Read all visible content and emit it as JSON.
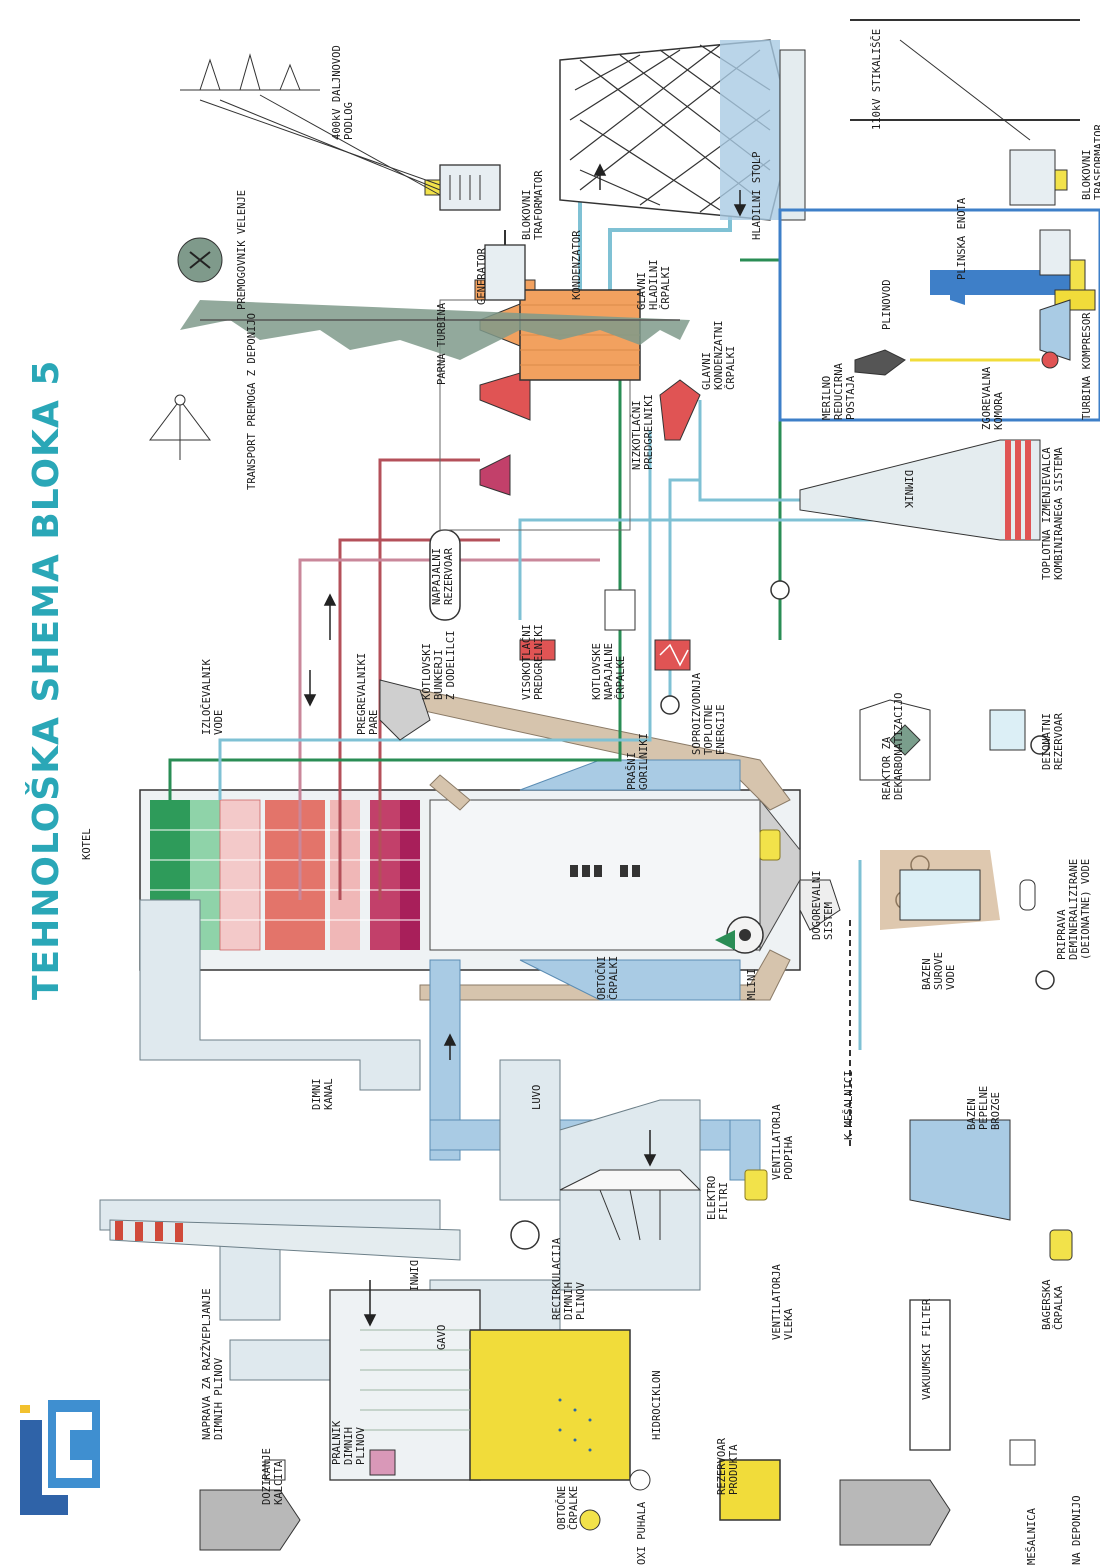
{
  "title": "TEHNOLOŠKA SHEMA BLOKA 5",
  "colors": {
    "title": "#2aa7b7",
    "flue_gas": "#dfe9ee",
    "air_duct": "#a9cbe4",
    "coal_dust": "#d6c4ad",
    "scrubber": "#f1dc3a",
    "pump_yellow": "#f2e24a",
    "turbine_red": "#e05454",
    "condenser_orange": "#f2a15f",
    "cooling_water": "#7fc1d4",
    "steam_red": "#b4505a",
    "gas_blue": "#3e7fc8"
  },
  "labels": {
    "kotel": "KOTEL",
    "izlocevalnik": [
      "IZLOČEVALNIK",
      "VODE"
    ],
    "pregrevalniki": [
      "PREGREVALNIKI",
      "PARE"
    ],
    "prasni_gorilniki": [
      "PRAŠNI",
      "GORILNIKI"
    ],
    "kotlovski_bunkerji": [
      "KOTLOVSKI",
      "BUNKERJI",
      "Z DODELILCI"
    ],
    "visokotlacni": [
      "VISOKOTLAČNI",
      "PREDGRELNIKI"
    ],
    "kotlovske_crpalke": [
      "KOTLOVSKE",
      "NAPAJALNE",
      "ČRPALKE"
    ],
    "soproizvodnja": [
      "SOPROIZVODNJA",
      "TOPLOTNE",
      "ENERGIJE"
    ],
    "napajalni_rezervoar": [
      "NAPAJALNI",
      "REZERVOAR"
    ],
    "transport_premoga": "TRANSPORT PREMOGA Z DEPONIJO",
    "premogovnik": "PREMOGOVNIK VELENJE",
    "daljnovod": [
      "400kV DALJNOVOD",
      "PODLOG"
    ],
    "blokovni_tr_top": [
      "BLOKOVNI",
      "TRAFORMATOR"
    ],
    "generator": "GENERATOR",
    "parna_turbina": "PARNA TURBINA",
    "kondenzator": "KONDENZATOR",
    "hladilni_stolp": "HLADILNI STOLP",
    "glavni_hladilni": [
      "GLAVNI",
      "HLADILNI",
      "ČRPALKI"
    ],
    "glavni_kondenzatni": [
      "GLAVNI",
      "KONDENZATNI",
      "ČRPALKI"
    ],
    "nizkotlacni": [
      "NIZKOTLAČNI",
      "PREDGRELNIKI"
    ],
    "stikalisce": "110kV STIKALIŠČE",
    "blokovni_tr_right": [
      "BLOKOVNI",
      "TRASFORMATOR"
    ],
    "plinska_enota": "PLINSKA ENOTA",
    "plinovod": "PLINOVOD",
    "merilno": [
      "MERILNO",
      "REDUCIRNA",
      "POSTAJA"
    ],
    "zgorevalna": [
      "ZGOREVALNA",
      "KOMORA"
    ],
    "turbina_kompresor": "TURBINA KOMPRESOR",
    "dimnik_right": "DIMNIK",
    "toplotna": [
      "TOPLOTNA IZMENJEVALCA",
      "KOMBINIRANEGA SISTEMA"
    ],
    "deionatni": [
      "DEIONATNI",
      "REZERVOAR"
    ],
    "reaktor": [
      "REAKTOR ZA",
      "DEKARBONATIZACIJO"
    ],
    "priprava": [
      "PRIPRAVA",
      "DEMINERALIZIRANE",
      "(DEIONATNE) VODE"
    ],
    "bazen_surove": [
      "BAZEN",
      "SUROVE",
      "VODE"
    ],
    "dogorevalni": [
      "DOGOREVALNI",
      "SISTEM"
    ],
    "mlini": "MLINI",
    "obtocni_mid": [
      "OBTOČNI",
      "ČRPALKI"
    ],
    "ventilatorja_podpiha": [
      "VENTILATORJA",
      "PODPIHA"
    ],
    "dimni_kanal": [
      "DIMNI",
      "KANAL"
    ],
    "luvo": "LUVO",
    "elektro_filtri": [
      "ELEKTRO",
      "FILTRI"
    ],
    "k_mesalnici": "K MEŠALNICI",
    "bazen_pepelne": [
      "BAZEN",
      "PEPELNE",
      "BROZGE"
    ],
    "bagerska": [
      "BAGERSKA",
      "ČRPALKA"
    ],
    "dimnik_left": "DIMNIK",
    "recirkulacija": [
      "RECIRKULACIJA",
      "DIMNIH",
      "PLINOV"
    ],
    "ventilatorja_vleka": [
      "VENTILATORJA",
      "VLEKA"
    ],
    "gavo": "GAVO",
    "naprava": [
      "NAPRAVA ZA RAZŽVEPLJANJE",
      "DIMNIH PLINOV"
    ],
    "pralnik": [
      "PRALNIK",
      "DIMNIH",
      "PLINOV"
    ],
    "doziranje": [
      "DOZIRANJE",
      "KALCITA"
    ],
    "obtocne_crpalke": [
      "OBTOČNE",
      "ČRPALKE"
    ],
    "oxi_puhala": "OXI PUHALA",
    "hidrociklon": "HIDROCIKLON",
    "rezervoar_produkta": [
      "REZERVOAR",
      "PRODUKTA"
    ],
    "vakuumski": "VAKUUMSKI FILTER",
    "mesalnica": "MEŠALNICA",
    "na_deponijo": "NA DEPONIJO"
  }
}
